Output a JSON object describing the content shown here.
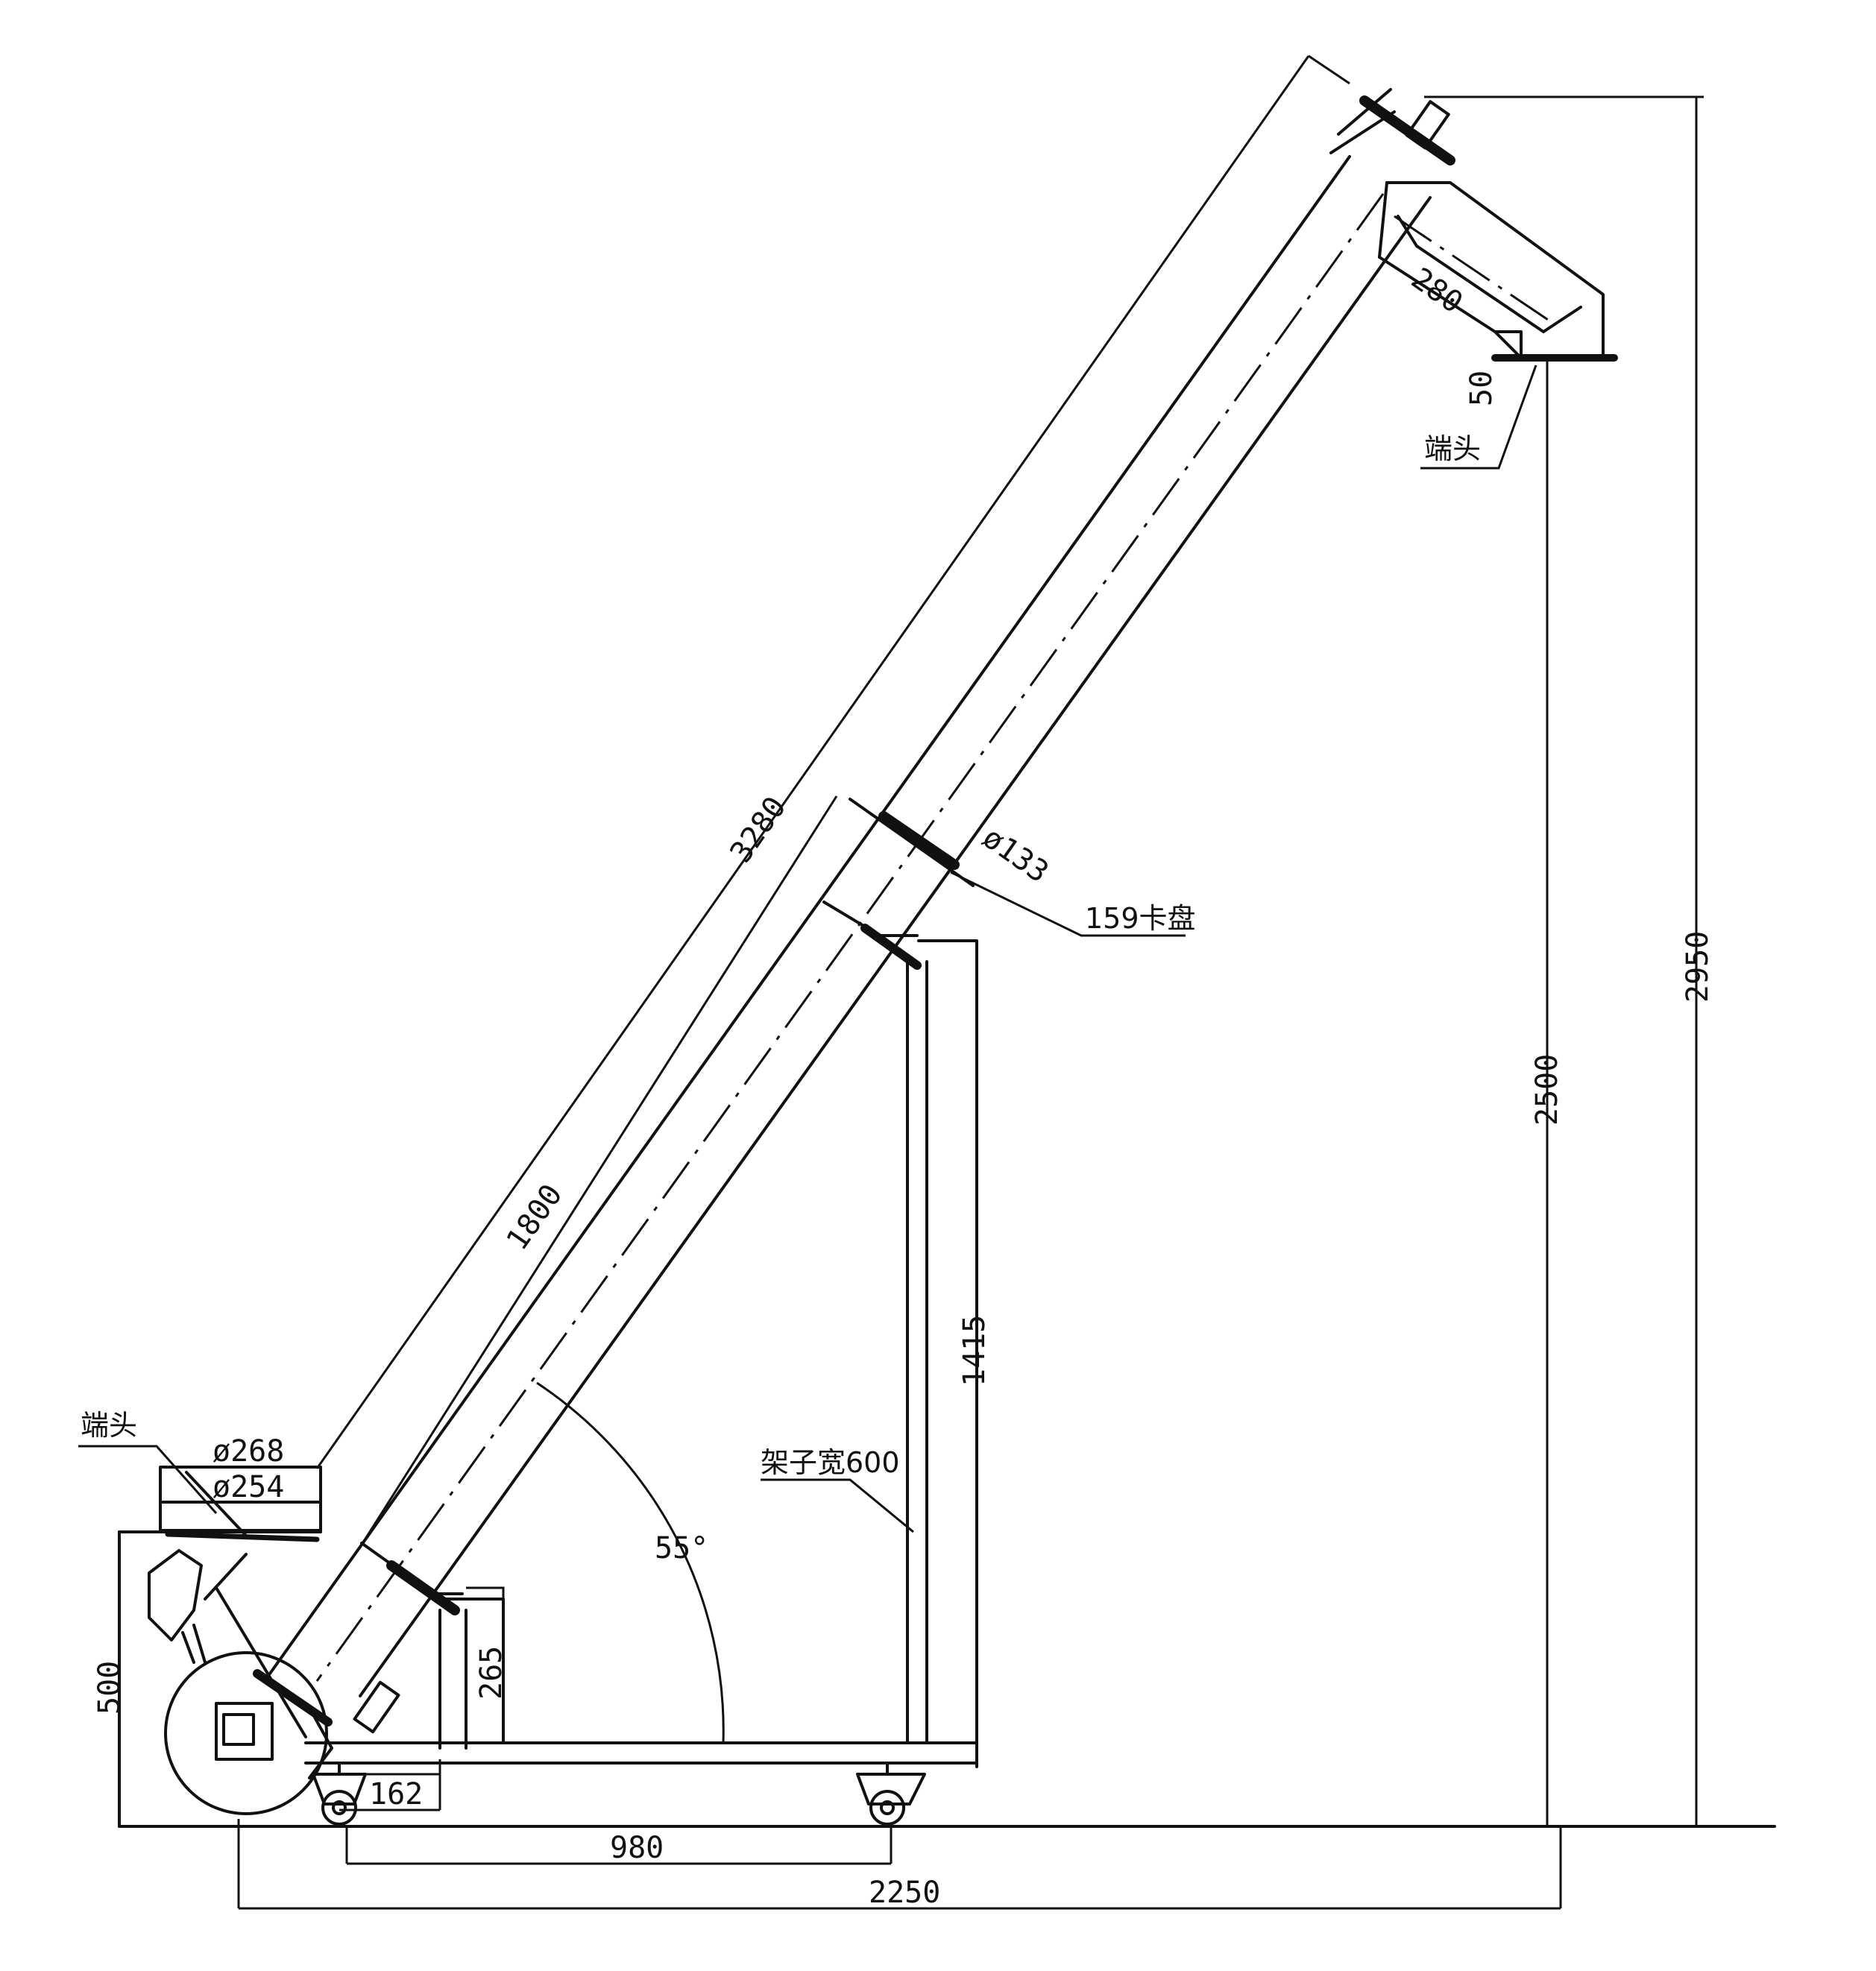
{
  "labels": {
    "outlet_end": "端头",
    "inlet_end": "端头",
    "clamp": "159卡盘",
    "frame_width": "架子宽600",
    "angle": "55°"
  },
  "dimensions": {
    "tube_length_total": "3280",
    "tube_length_lower": "1800",
    "tube_diameter": "ø133",
    "outlet_length": "280",
    "outlet_height": "50",
    "discharge_height": "2500",
    "overall_height": "2950",
    "frame_height": "1415",
    "hopper_outer_diameter": "ø268",
    "hopper_inner_diameter": "ø254",
    "base_height": "500",
    "low_frame_height": "265",
    "wheel_offset": "162",
    "wheelbase": "980",
    "overall_length": "2250"
  }
}
